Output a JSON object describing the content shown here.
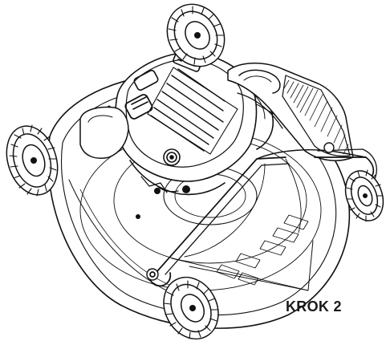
{
  "step_label": "KROK 2",
  "colors": {
    "line": "#111111",
    "background": "#ffffff",
    "tire_fill": "#ffffff"
  },
  "illustration": {
    "subject": "lawn-mower-line-drawing",
    "parts": [
      "deck",
      "engine",
      "handle",
      "grass-bag",
      "wheel-front-left",
      "wheel-rear-left",
      "wheel-front-right",
      "wheel-rear-right"
    ]
  }
}
